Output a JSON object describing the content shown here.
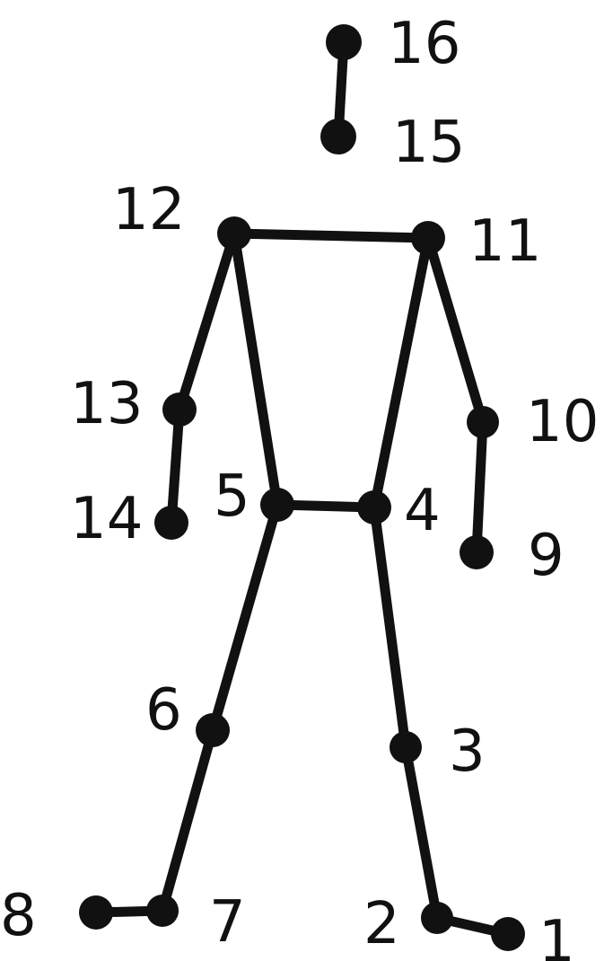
{
  "diagram": {
    "colors": {
      "ink": "#111111",
      "background": "#ffffff"
    },
    "joints": [
      {
        "id": "1",
        "label": "1"
      },
      {
        "id": "2",
        "label": "2"
      },
      {
        "id": "3",
        "label": "3"
      },
      {
        "id": "4",
        "label": "4"
      },
      {
        "id": "5",
        "label": "5"
      },
      {
        "id": "6",
        "label": "6"
      },
      {
        "id": "7",
        "label": "7"
      },
      {
        "id": "8",
        "label": "8"
      },
      {
        "id": "9",
        "label": "9"
      },
      {
        "id": "10",
        "label": "10"
      },
      {
        "id": "11",
        "label": "11"
      },
      {
        "id": "12",
        "label": "12"
      },
      {
        "id": "13",
        "label": "13"
      },
      {
        "id": "14",
        "label": "14"
      },
      {
        "id": "15",
        "label": "15"
      },
      {
        "id": "16",
        "label": "16"
      }
    ],
    "connections": [
      [
        "16",
        "15"
      ],
      [
        "12",
        "11"
      ],
      [
        "12",
        "13"
      ],
      [
        "13",
        "14"
      ],
      [
        "12",
        "5"
      ],
      [
        "11",
        "4"
      ],
      [
        "11",
        "10"
      ],
      [
        "10",
        "9"
      ],
      [
        "5",
        "4"
      ],
      [
        "5",
        "6"
      ],
      [
        "6",
        "7"
      ],
      [
        "7",
        "8"
      ],
      [
        "4",
        "3"
      ],
      [
        "3",
        "2"
      ],
      [
        "2",
        "1"
      ]
    ]
  }
}
